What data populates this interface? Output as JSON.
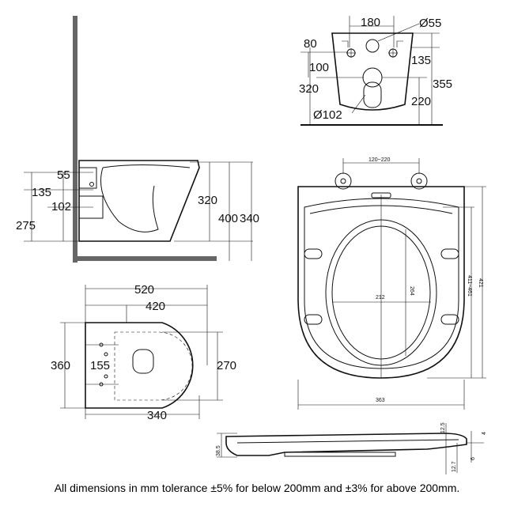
{
  "rear_view": {
    "dims": [
      "180",
      "Ø55",
      "80",
      "100",
      "135",
      "320",
      "355",
      "220",
      "Ø102"
    ]
  },
  "side_view": {
    "dims": [
      "55",
      "135",
      "102",
      "275",
      "320",
      "400",
      "340"
    ]
  },
  "top_view": {
    "dims": [
      "520",
      "420",
      "360",
      "155",
      "270",
      "340"
    ]
  },
  "seat_plan": {
    "dims": [
      "120~220",
      "212",
      "264",
      "411~461",
      "421",
      "363"
    ]
  },
  "seat_profile": {
    "dims": [
      "12.5",
      "38.5",
      "12.7",
      "4",
      "6"
    ]
  },
  "footnote": "All dimensions in mm tolerance ±5% for below 200mm and ±3% for above 200mm."
}
